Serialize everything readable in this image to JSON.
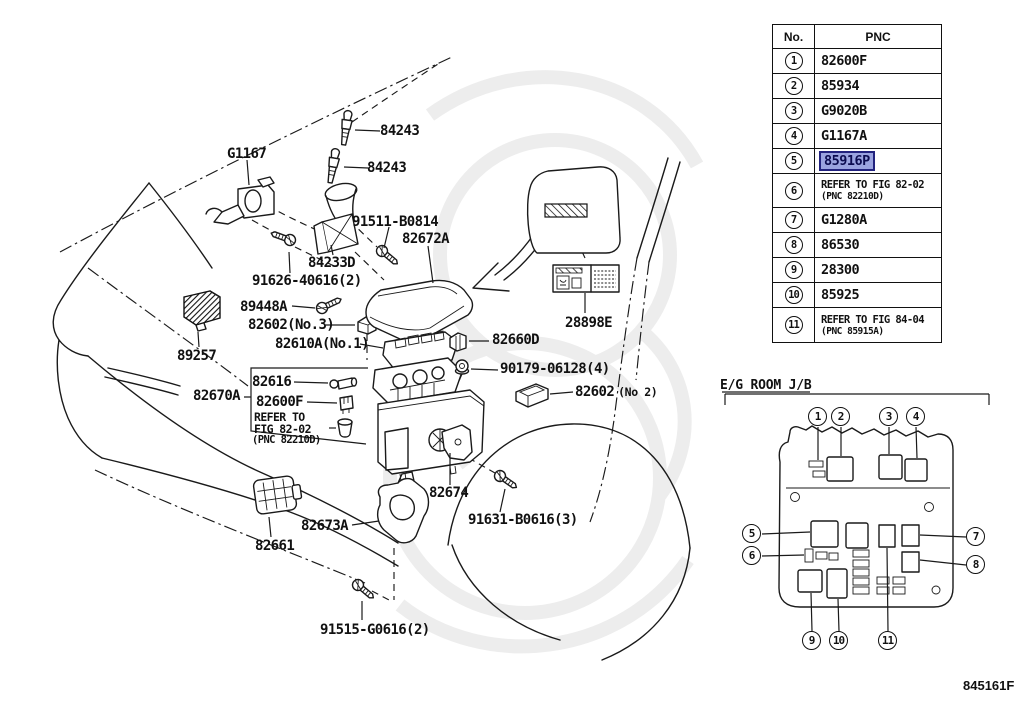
{
  "page": {
    "figure_code": "845161F",
    "background": "#ffffff",
    "line_color": "#1a1a1a"
  },
  "table": {
    "col_no": "No.",
    "col_pnc": "PNC",
    "highlight_color": "#9aa3e0",
    "highlight_border": "#22227e",
    "rows": [
      {
        "no": "1",
        "pnc": "82600F"
      },
      {
        "no": "2",
        "pnc": "85934"
      },
      {
        "no": "3",
        "pnc": "G9020B"
      },
      {
        "no": "4",
        "pnc": "G1167A"
      },
      {
        "no": "5",
        "pnc": "85916P",
        "highlighted": true
      },
      {
        "no": "6",
        "pnc": "REFER TO FIG 82-02",
        "pnc_sub": "(PNC 82210D)"
      },
      {
        "no": "7",
        "pnc": "G1280A"
      },
      {
        "no": "8",
        "pnc": "86530"
      },
      {
        "no": "9",
        "pnc": "28300"
      },
      {
        "no": "10",
        "pnc": "85925"
      },
      {
        "no": "11",
        "pnc": "REFER TO FIG 84-04",
        "pnc_sub": "(PNC 85915A)"
      }
    ]
  },
  "diagram": {
    "labels": {
      "l84243_top": "84243",
      "g1167": "G1167",
      "l84243_mid": "84243",
      "s91511": "91511-B0814",
      "l82672a": "82672A",
      "l84233d": "84233D",
      "s91626": "91626-40616(2)",
      "l89448a": "89448A",
      "l82602no3": "82602(No.3)",
      "l82610a": "82610A(No.1)",
      "l89257": "89257",
      "l82616": "82616",
      "l82670a": "82670A",
      "l82600f": "82600F",
      "refer1_line1": "REFER TO",
      "refer1_line2": "FIG 82-02",
      "refer1_line3": "(PNC 82210D)",
      "l28898e": "28898E",
      "l82660d": "82660D",
      "s90179": "90179-06128(4)",
      "l82602no2": "82602",
      "l82602no2_sub": "(No 2)",
      "l82674": "82674",
      "s91631": "91631-B0616(3)",
      "l82673a": "82673A",
      "l82661": "82661",
      "s91515": "91515-G0616(2)"
    },
    "jb": {
      "title": "E/G ROOM J/B",
      "callouts": [
        "1",
        "2",
        "3",
        "4",
        "5",
        "6",
        "7",
        "8",
        "9",
        "10",
        "11"
      ]
    }
  }
}
